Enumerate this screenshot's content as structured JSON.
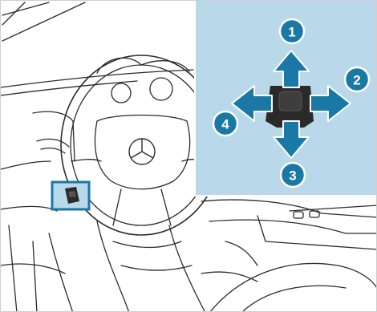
{
  "colors": {
    "panel_bg": "#b9d9ea",
    "arrow": "#1a78a6",
    "arrow_stroke": "#ffffff",
    "badge": "#1a78a6",
    "line_art": "#2b2b2b",
    "highlight": "#1a78a6",
    "joystick": "#2a2a2a"
  },
  "directions": [
    {
      "number": "1",
      "direction": "up"
    },
    {
      "number": "2",
      "direction": "right"
    },
    {
      "number": "3",
      "direction": "down"
    },
    {
      "number": "4",
      "direction": "left"
    }
  ]
}
